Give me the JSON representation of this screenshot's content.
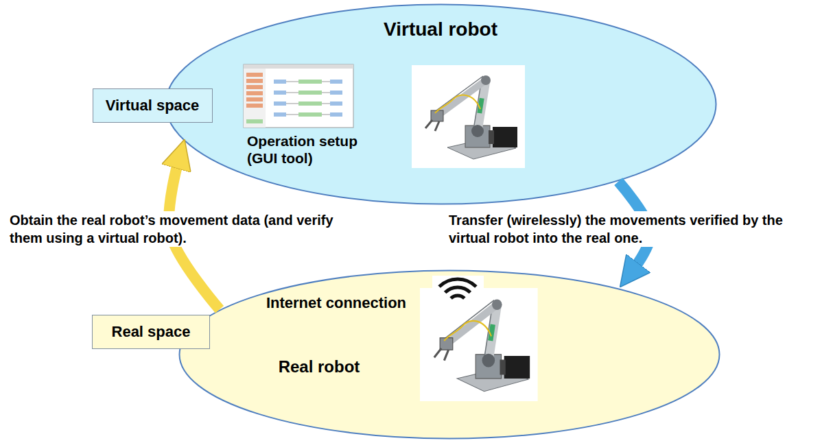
{
  "diagram": {
    "nodes": [
      {
        "text": [
          "Virtual robot",
          "Operation setup (GUI tool)"
        ]
      },
      {
        "text": [
          "Virtual space"
        ]
      },
      {
        "text": [
          "Internet connection",
          "Real robot"
        ]
      },
      {
        "text": [
          "Real space"
        ]
      }
    ],
    "edges": [
      {
        "from": 2,
        "to": 0,
        "arrow": "to",
        "label": "Obtain the real robot’s movement data (and verify them using a virtual robot)."
      },
      {
        "from": 0,
        "to": 2,
        "arrow": "to",
        "label": "Transfer (wirelessly) the movements verified by the virtual robot into the real one."
      }
    ]
  }
}
